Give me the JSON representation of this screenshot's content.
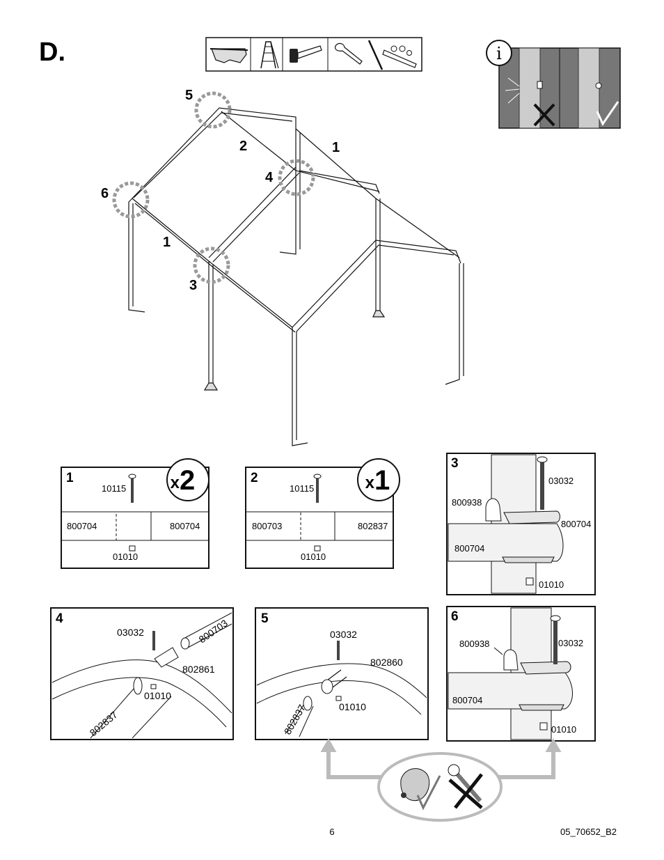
{
  "section": {
    "letter": "D."
  },
  "tools": [
    "safety-glasses-icon",
    "step-ladder-icon",
    "rubber-mallet-icon",
    "adjustable-wrench-icon",
    "socket-wrench-icon"
  ],
  "info_panel": {
    "info_symbol": "i"
  },
  "overview_callouts": {
    "c5": "5",
    "c2": "2",
    "c1a": "1",
    "c4": "4",
    "c6": "6",
    "c1b": "1",
    "c3": "3"
  },
  "detail1": {
    "step": "1",
    "qty_prefix": "x",
    "qty_num": "2",
    "bolt": "10115",
    "left_tube": "800704",
    "right_tube": "800704",
    "nut": "01010"
  },
  "detail2": {
    "step": "2",
    "qty_prefix": "x",
    "qty_num": "1",
    "bolt": "10115",
    "left_tube": "800703",
    "right_tube": "802837",
    "nut": "01010"
  },
  "detail3": {
    "step": "3",
    "bolt": "03032",
    "bracket": "800938",
    "plate": "800704",
    "tube": "800704",
    "nut": "01010"
  },
  "detail4": {
    "step": "4",
    "bolt": "03032",
    "upper_tube": "800703",
    "elbow": "802861",
    "nut": "01010",
    "lower_tube": "802837"
  },
  "detail5": {
    "step": "5",
    "bolt": "03032",
    "elbow": "802860",
    "nut": "01010",
    "lower_tube": "802837"
  },
  "detail6": {
    "step": "6",
    "bracket": "800938",
    "bolt": "03032",
    "tube": "800704",
    "nut": "01010"
  },
  "footer": {
    "page": "6",
    "doc_id": "05_70652_B2"
  }
}
